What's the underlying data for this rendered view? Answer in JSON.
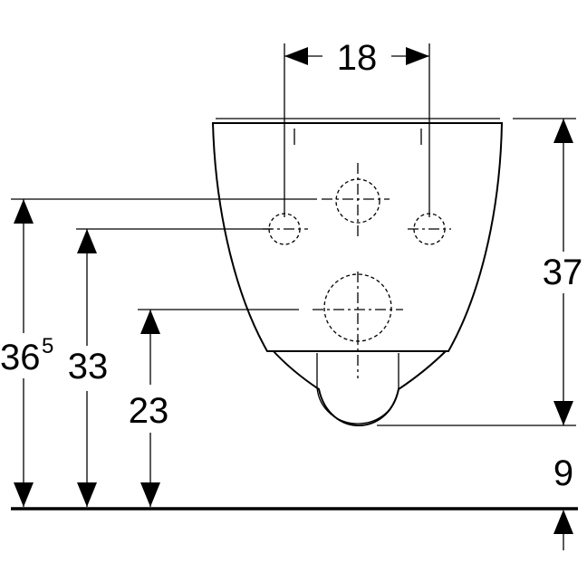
{
  "dimensions": {
    "outlet_spacing": "18",
    "bowl_height": "37",
    "rim_height_base": "36",
    "rim_height_sup": "5",
    "upper_inlet_height": "33",
    "outlet_height": "23",
    "bottom_clearance": "9"
  }
}
